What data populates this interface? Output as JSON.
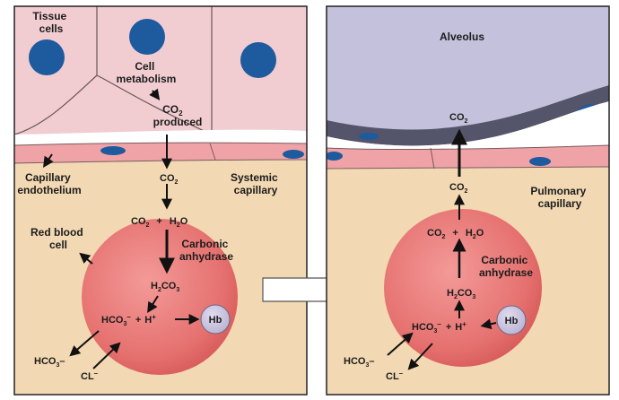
{
  "left_panel": {
    "tissue_cells": [
      "Tissue",
      "cells"
    ],
    "cell_metabolism": [
      "Cell",
      "metabolism"
    ],
    "co2_produced": {
      "co": "CO",
      "sub": "2",
      "word": "produced"
    },
    "capillary_endothelium": [
      "Capillary",
      "endothelium"
    ],
    "systemic_capillary": [
      "Systemic",
      "capillary"
    ],
    "co2_plasma": {
      "co": "CO",
      "sub": "2"
    },
    "red_blood_cell": [
      "Red blood",
      "cell"
    ],
    "reaction1": {
      "a": "CO",
      "a_sub": "2",
      "plus": "+",
      "b": "H",
      "b_sub": "2",
      "b_end": "O"
    },
    "enzyme": [
      "Carbonic",
      "anhydrase"
    ],
    "h2co3": {
      "a": "H",
      "a_sub": "2",
      "b": "CO",
      "b_sub": "3"
    },
    "ions": {
      "a": "HCO",
      "a_sub": "3",
      "a_sup": "–",
      "plus": "+",
      "b": "H",
      "b_sup": "+"
    },
    "hb": "Hb",
    "hco3_out": {
      "a": "HCO",
      "a_sub": "3",
      "tail": "–"
    },
    "cl_in": {
      "a": "CL",
      "sup": "–"
    }
  },
  "right_panel": {
    "alveolus": "Alveolus",
    "co2_alveolus": {
      "co": "CO",
      "sub": "2"
    },
    "co2_plasma": {
      "co": "CO",
      "sub": "2"
    },
    "pulmonary_capillary": [
      "Pulmonary",
      "capillary"
    ],
    "reaction1": {
      "a": "CO",
      "a_sub": "2",
      "plus": "+",
      "b": "H",
      "b_sub": "2",
      "b_end": "O"
    },
    "enzyme": [
      "Carbonic",
      "anhydrase"
    ],
    "h2co3": {
      "a": "H",
      "a_sub": "2",
      "b": "CO",
      "b_sub": "3"
    },
    "ions": {
      "a": "HCO",
      "a_sub": "3",
      "a_sup": "–",
      "plus": "+",
      "b": "H",
      "b_sup": "+"
    },
    "hb": "Hb",
    "hco3_in": {
      "a": "HCO",
      "a_sub": "3",
      "tail": "–"
    },
    "cl_out": {
      "a": "CL",
      "sup": "–"
    }
  },
  "colors": {
    "plasma": "#f2d9b3",
    "tissue": "#f1cdd2",
    "nucleus": "#1e5a9e",
    "rbc": "#e46f6f",
    "hb": "#c9c3dd",
    "alveolus": "#c4c1dc",
    "alveolar_wall": "#54546a",
    "endothelium": "#f0a3a7"
  }
}
